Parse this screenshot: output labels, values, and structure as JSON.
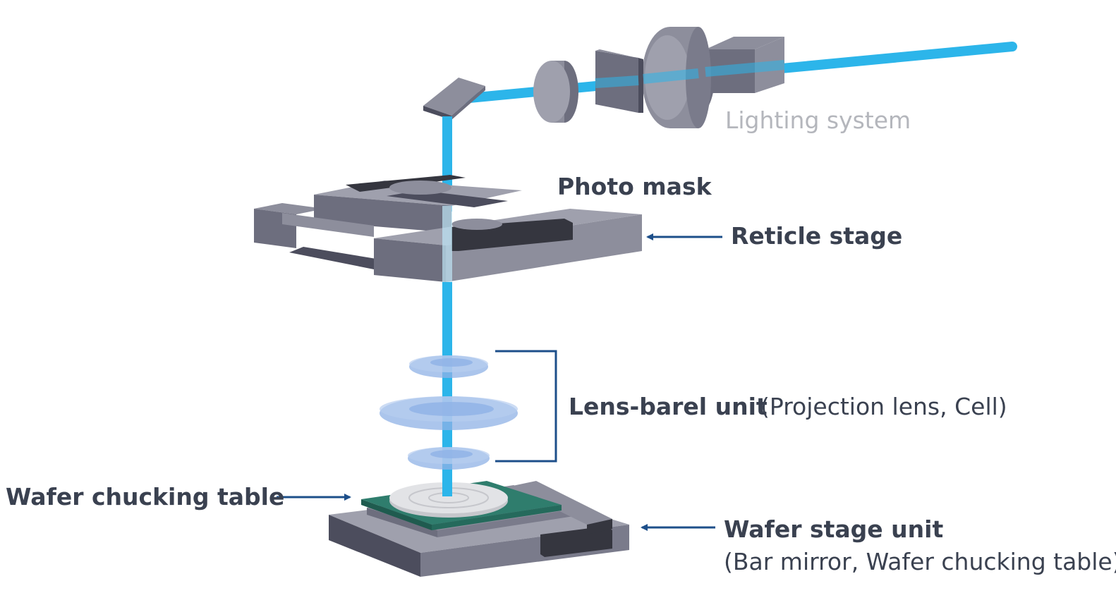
{
  "labels": {
    "lighting_system": "Lighting system",
    "photo_mask": "Photo mask",
    "reticle_stage": "Reticle stage",
    "lens_barrel_unit": "Lens-barel unit",
    "lens_barrel_detail": "(Projection lens, Cell)",
    "wafer_chucking_table": "Wafer chucking table",
    "wafer_stage_unit": "Wafer stage unit",
    "wafer_stage_detail": "(Bar mirror, Wafer chucking table)"
  },
  "colors": {
    "beam": "#2cb5ea",
    "machine_light": "#8d8e9c",
    "machine_mid": "#6d6e7e",
    "machine_dark": "#4c4d5d",
    "machine_darkest": "#35363f",
    "lens": "#8fb2e6",
    "wafer_table": "#2f7d6d",
    "arrow": "#1d4f8a",
    "label_dark": "#3a4150",
    "label_light": "#b4b6bc"
  }
}
